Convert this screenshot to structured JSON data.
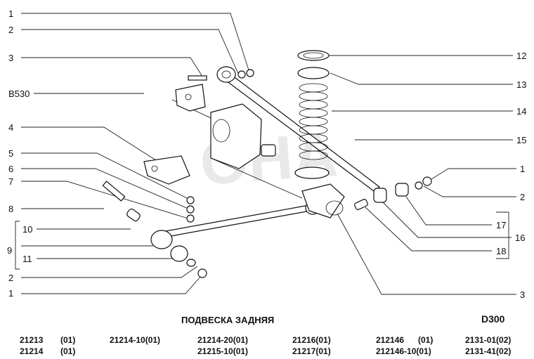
{
  "diagram": {
    "callouts": {
      "l_1_top": "1",
      "l_2_top": "2",
      "l_3": "3",
      "l_b530": "B530",
      "l_4": "4",
      "l_5": "5",
      "l_6": "6",
      "l_7": "7",
      "l_8": "8",
      "l_9": "9",
      "l_10": "10",
      "l_11": "11",
      "l_2_bot": "2",
      "l_1_bot": "1",
      "r_12": "12",
      "r_13": "13",
      "r_14": "14",
      "r_15": "15",
      "r_1": "1",
      "r_2": "2",
      "r_17": "17",
      "r_16": "16",
      "r_18": "18",
      "r_3": "3"
    },
    "watermark": "ОНА"
  },
  "footer": {
    "title": "ПОДВЕСКА ЗАДНЯЯ",
    "code": "D300",
    "row1": [
      "21213",
      "(01)",
      "21214-10(01)",
      "21214-20(01)",
      "21216(01)",
      "212146",
      "(01)",
      "2131-01(02)"
    ],
    "row2": [
      "21214",
      "(01)",
      "",
      "21215-10(01)",
      "21217(01)",
      "212146-10(01)",
      "",
      "2131-41(02)"
    ]
  }
}
